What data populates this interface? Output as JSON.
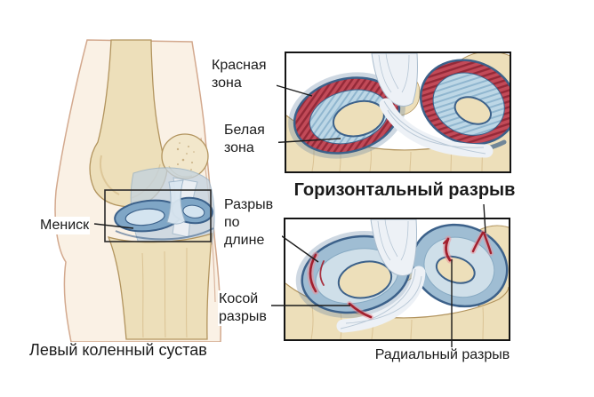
{
  "colors": {
    "background": "#ffffff",
    "text": "#1b1b1b",
    "panel_border": "#141414",
    "leader_line": "#1b1b1b",
    "skin": "#faf1e5",
    "skin_outline": "#d3a98e",
    "bone": "#eddfba",
    "bone_shade": "#d6bc8b",
    "bone_outline": "#b2945e",
    "meniscus_light": "#cfdfe9",
    "meniscus_mid": "#9fbdd3",
    "meniscus_dark": "#3c618a",
    "red_zone": "#c24a58",
    "red_zone_dark": "#8c2333",
    "white_zone": "#bdd7e6",
    "white_zone_hatch": "#85aec9",
    "ligament": "#edf1f6",
    "ligament_shade": "#a9bccd",
    "tear_red": "#a31f2d",
    "tear_glow": "#e9949b"
  },
  "left_figure": {
    "label_meniscus": "Мениск",
    "caption": "Левый коленный сустав"
  },
  "top_panel": {
    "label_red_zone": "Красная зона",
    "label_white_zone": "Белая зона",
    "caption": "Горизонтальный разрыв"
  },
  "bottom_panel": {
    "label_lengthwise": "Разрыв по длине",
    "label_oblique": "Косой разрыв",
    "label_radial": "Радиальный разрыв"
  }
}
